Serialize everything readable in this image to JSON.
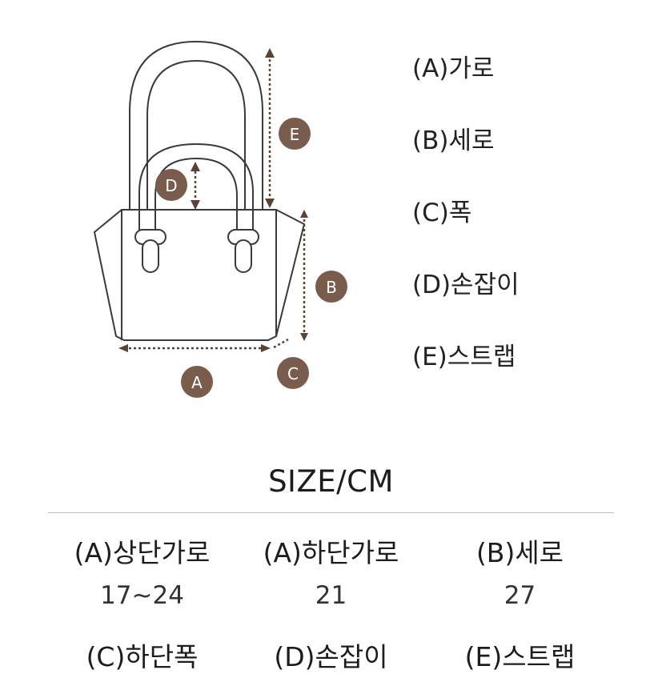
{
  "diagram": {
    "markers": {
      "A": "A",
      "B": "B",
      "C": "C",
      "D": "D",
      "E": "E"
    },
    "marker_color": "#7a5c4d",
    "line_color": "#7a5c4d"
  },
  "legend": [
    {
      "label": "(A)가로"
    },
    {
      "label": "(B)세로"
    },
    {
      "label": "(C)폭"
    },
    {
      "label": "(D)손잡이"
    },
    {
      "label": "(E)스트랩"
    }
  ],
  "size_title": "SIZE/CM",
  "sizes": [
    {
      "label": "(A)상단가로",
      "value": "17~24"
    },
    {
      "label": "(A)하단가로",
      "value": "21"
    },
    {
      "label": "(B)세로",
      "value": "27"
    },
    {
      "label": "(C)하단폭",
      "value": ""
    },
    {
      "label": "(D)손잡이",
      "value": ""
    },
    {
      "label": "(E)스트랩",
      "value": ""
    }
  ]
}
